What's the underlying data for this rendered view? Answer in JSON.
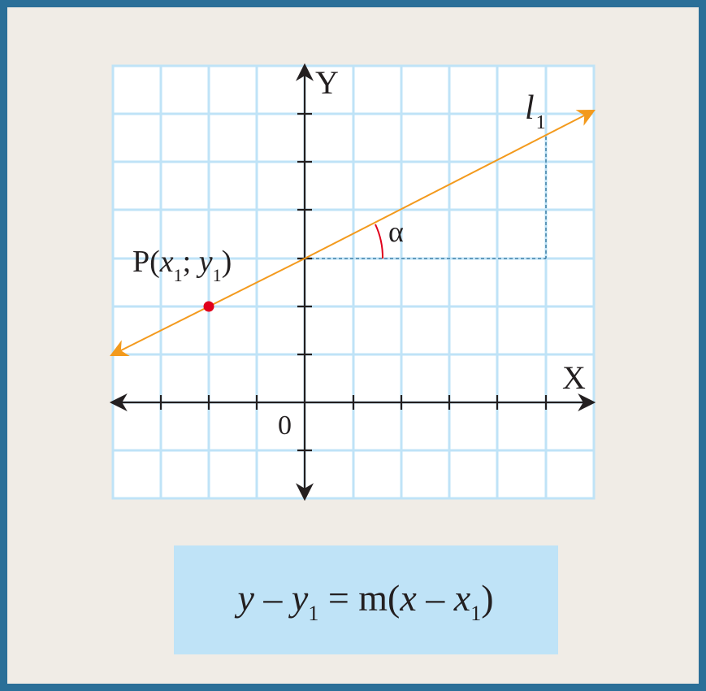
{
  "axes": {
    "x_label": "X",
    "y_label": "Y",
    "origin_label": "0"
  },
  "line": {
    "label": "l",
    "label_subscript": "1",
    "color": "#f39a1d"
  },
  "point": {
    "prefix": "P(",
    "x_var": "x",
    "x_sub": "1",
    "sep": "; ",
    "y_var": "y",
    "y_sub": "1",
    "suffix": ")",
    "color": "#e0001b"
  },
  "angle": {
    "label": "α",
    "color": "#e0001b"
  },
  "formula": {
    "y_var": "y",
    "minus1": " – ",
    "y1_var": "y",
    "y1_sub": "1",
    "eq_m": " = m(",
    "x_var": "x",
    "minus2": " – ",
    "x1_var": "x",
    "x1_sub": "1",
    "close": ")"
  },
  "colors": {
    "frame_border": "#2b6f98",
    "background": "#f0ece6",
    "grid": "#bfe3f7",
    "formula_box": "#bfe3f7",
    "axis": "#231f20",
    "guide_dash": "#2b6f98"
  }
}
